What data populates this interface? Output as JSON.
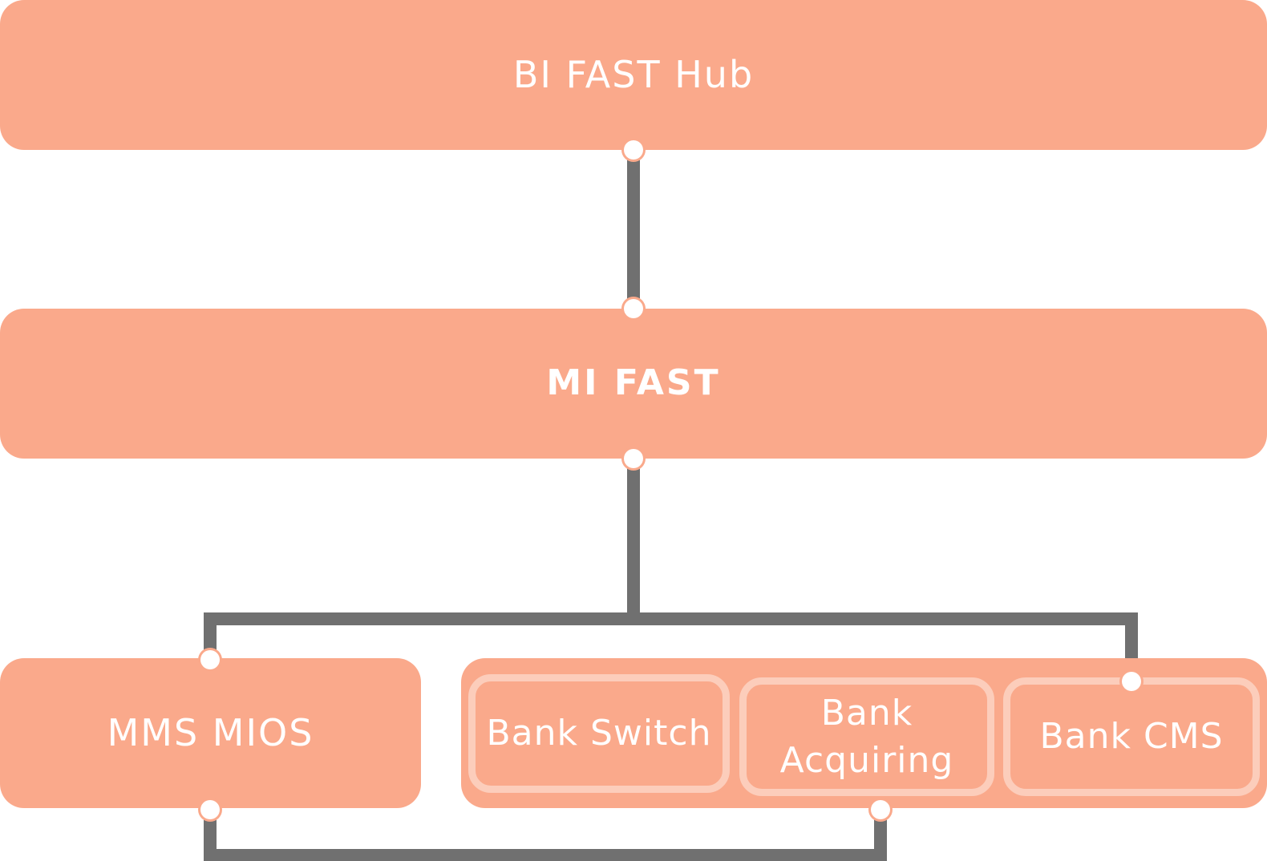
{
  "nodes": {
    "hub": {
      "label": "BI FAST Hub"
    },
    "mifast": {
      "label": "MI FAST"
    },
    "mms": {
      "label": "MMS MIOS"
    },
    "bank_switch": {
      "label": "Bank Switch"
    },
    "bank_acquiring": {
      "label": "Bank Acquiring"
    },
    "bank_cms": {
      "label": "Bank CMS"
    }
  },
  "colors": {
    "node_fill": "#FAA98B",
    "sub_border": "#FCCDBB",
    "connector": "#707070",
    "text": "#FFFFFF"
  }
}
